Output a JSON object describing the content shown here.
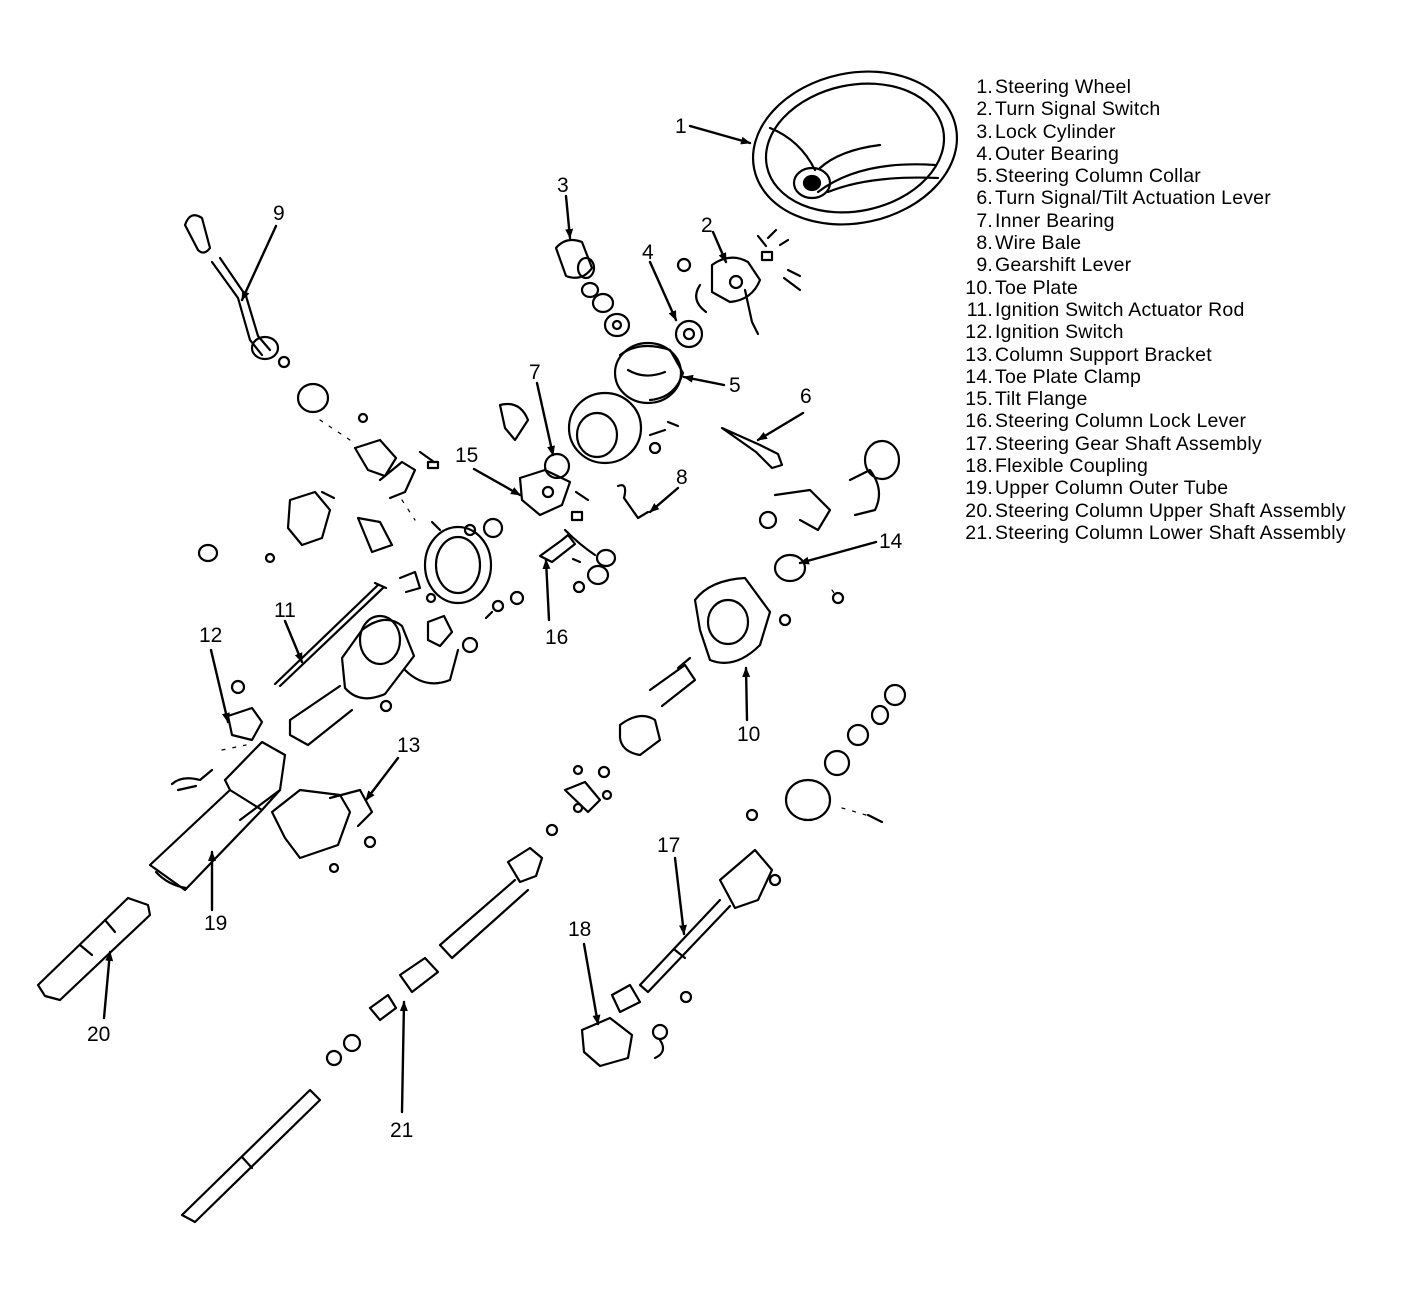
{
  "callout_numbers": [
    "1",
    "2",
    "3",
    "4",
    "5",
    "6",
    "7",
    "8",
    "9",
    "10",
    "11",
    "12",
    "13",
    "14",
    "15",
    "16",
    "17",
    "18",
    "19",
    "20",
    "21"
  ],
  "legend": [
    {
      "num": "1.",
      "label": "Steering Wheel"
    },
    {
      "num": "2.",
      "label": "Turn Signal Switch"
    },
    {
      "num": "3.",
      "label": "Lock Cylinder"
    },
    {
      "num": "4.",
      "label": "Outer Bearing"
    },
    {
      "num": "5.",
      "label": "Steering Column Collar"
    },
    {
      "num": "6.",
      "label": "Turn Signal/Tilt Actuation Lever"
    },
    {
      "num": "7.",
      "label": "Inner Bearing"
    },
    {
      "num": "8.",
      "label": "Wire Bale"
    },
    {
      "num": "9.",
      "label": "Gearshift Lever"
    },
    {
      "num": "10.",
      "label": "Toe Plate"
    },
    {
      "num": "11.",
      "label": "Ignition Switch Actuator Rod"
    },
    {
      "num": "12.",
      "label": "Ignition Switch"
    },
    {
      "num": "13.",
      "label": "Column Support Bracket"
    },
    {
      "num": "14.",
      "label": "Toe Plate Clamp"
    },
    {
      "num": "15.",
      "label": "Tilt Flange"
    },
    {
      "num": "16.",
      "label": "Steering Column Lock Lever"
    },
    {
      "num": "17.",
      "label": "Steering Gear Shaft Assembly"
    },
    {
      "num": "18.",
      "label": "Flexible Coupling"
    },
    {
      "num": "19.",
      "label": "Upper Column Outer Tube"
    },
    {
      "num": "20.",
      "label": "Steering Column Upper Shaft Assembly"
    },
    {
      "num": "21.",
      "label": "Steering Column Lower Shaft Assembly"
    }
  ]
}
